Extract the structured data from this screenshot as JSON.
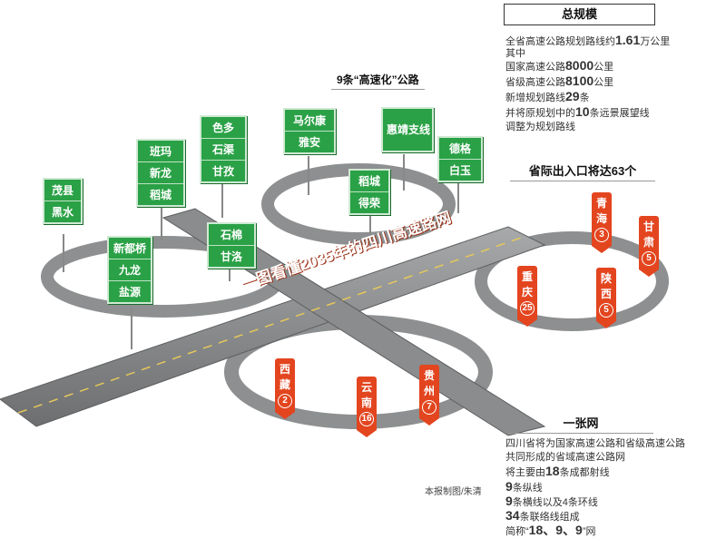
{
  "road_title": "9条“高速化”公路",
  "banner": "一图看懂2035年的四川高速路网",
  "credit": "本报制图/朱清",
  "signs": [
    {
      "rows": [
        "茂县",
        "黑水"
      ]
    },
    {
      "rows": [
        "新都桥",
        "九龙",
        "盐源"
      ]
    },
    {
      "rows": [
        "班玛",
        "新龙",
        "稻城"
      ]
    },
    {
      "rows": [
        "色多",
        "石渠",
        "甘孜"
      ]
    },
    {
      "rows": [
        "石棉",
        "甘洛"
      ]
    },
    {
      "rows": [
        "马尔康",
        "雅安"
      ]
    },
    {
      "rows": [
        "稻城",
        "得荣"
      ]
    },
    {
      "rows": [
        "惠靖支线"
      ]
    },
    {
      "rows": [
        "德格",
        "白玉"
      ]
    }
  ],
  "pins": [
    {
      "name": "青海",
      "num": "3"
    },
    {
      "name": "甘肃",
      "num": "5"
    },
    {
      "name": "重庆",
      "num": "25"
    },
    {
      "name": "陕西",
      "num": "5"
    },
    {
      "name": "西藏",
      "num": "2"
    },
    {
      "name": "云南",
      "num": "16"
    },
    {
      "name": "贵州",
      "num": "7"
    }
  ],
  "summary": {
    "title": "总规模",
    "lines": [
      {
        "pre": "全省高速公路规划路线约",
        "big": "1.61",
        "post": "万公里"
      },
      {
        "pre": "其中",
        "big": "",
        "post": ""
      },
      {
        "pre": "国家高速公路",
        "big": "8000",
        "post": "公里"
      },
      {
        "pre": "省级高速公路",
        "big": "8100",
        "post": "公里"
      },
      {
        "pre": "新增规划路线",
        "big": "29",
        "post": "条"
      },
      {
        "pre": "并将原规划中的",
        "big": "10",
        "post": "条远景展望线"
      },
      {
        "pre": "调整为规划路线",
        "big": "",
        "post": ""
      }
    ]
  },
  "entrances": {
    "title": "省际出入口将达63个"
  },
  "network": {
    "title": "一张网",
    "lines": [
      {
        "pre": "四川省将为国家高速公路和省级高速公路",
        "big": "",
        "post": ""
      },
      {
        "pre": "共同形成的省域高速公路网",
        "big": "",
        "post": ""
      },
      {
        "pre": "将主要由",
        "big": "18",
        "post": "条成都射线"
      },
      {
        "pre": "",
        "big": "9",
        "post": "条纵线"
      },
      {
        "pre": "",
        "big": "9",
        "post": "条横线以及4条环线"
      },
      {
        "pre": "",
        "big": "34",
        "post": "条联络线组成"
      },
      {
        "pre": "简称“",
        "big": "18、9、9",
        "post": "”网"
      }
    ]
  },
  "colors": {
    "sign_green": "#2aa146",
    "pin_red": "#e3451f",
    "road": "#7d7f80",
    "ramp": "#9a9c9d"
  }
}
